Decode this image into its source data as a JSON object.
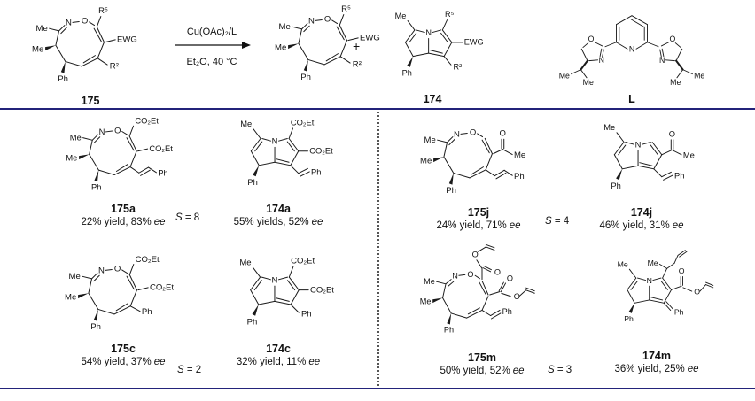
{
  "labels": {
    "me": "Me",
    "ph": "Ph",
    "n": "N",
    "o": "O",
    "ester": "CO₂Et",
    "ewg": "EWG",
    "r5": "R⁵",
    "r2": "R²",
    "plus": "+",
    "ee": "ee",
    "S": "S"
  },
  "scheme": {
    "reactant_id": "175",
    "product2_id": "174",
    "ligand_id": "L",
    "conditions_above": "Cu(OAc)₂/L",
    "conditions_below": "Et₂O, 40 °C"
  },
  "entries": {
    "a175": {
      "id": "175a",
      "result": "22% yield, 83%"
    },
    "a174": {
      "id": "174a",
      "result": "55% yields, 52%"
    },
    "c175": {
      "id": "175c",
      "result": "54% yield, 37%"
    },
    "c174": {
      "id": "174c",
      "result": "32% yield, 11%"
    },
    "j175": {
      "id": "175j",
      "result": "24% yield, 71%"
    },
    "j174": {
      "id": "174j",
      "result": "46% yield, 31%"
    },
    "m175": {
      "id": "175m",
      "result": "50% yield, 52%"
    },
    "m174": {
      "id": "174m",
      "result": "36% yield, 25%"
    }
  },
  "selectivity": {
    "a": "= 8",
    "c": "= 2",
    "j": "= 4",
    "m": "= 3"
  }
}
